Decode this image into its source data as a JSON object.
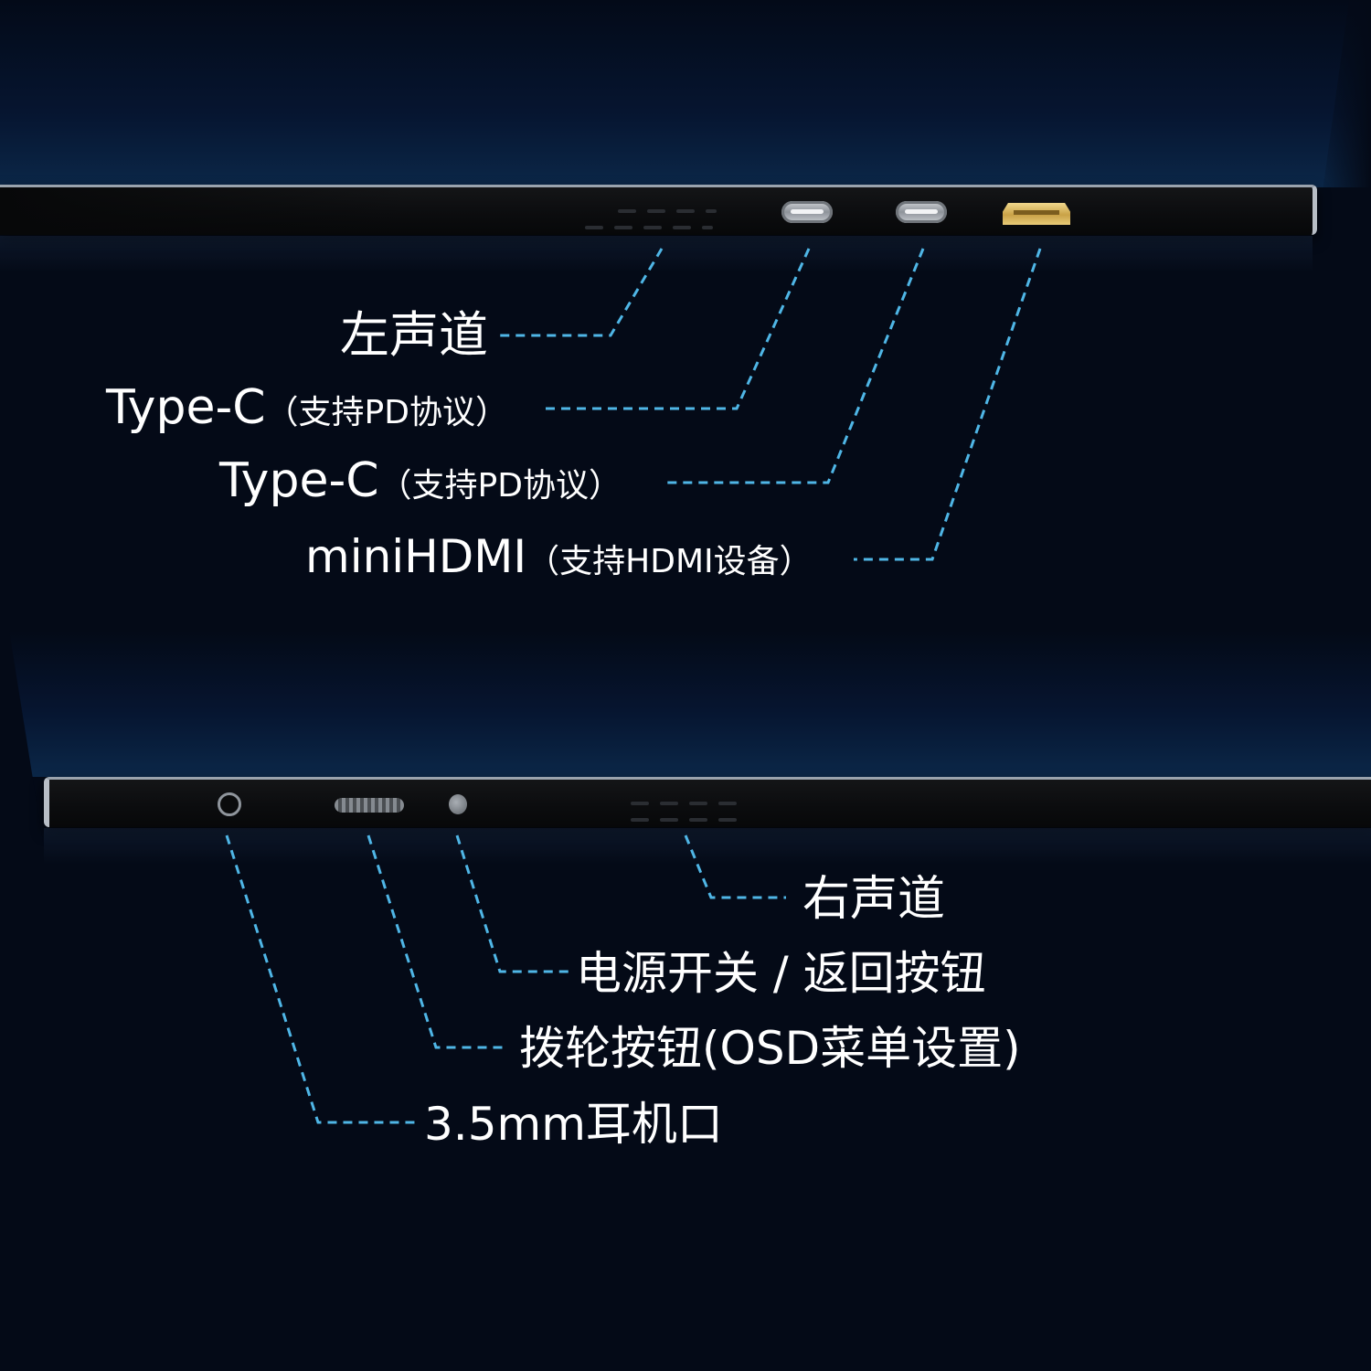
{
  "colors": {
    "background": "#040a17",
    "glow": "#0b2748",
    "callout_line": "#4fb6e6",
    "label_text": "#ffffff",
    "hdmi_gold": "#d9b55e",
    "usbc_silver": "#b7bbc0"
  },
  "top_panel": {
    "description": "Monitor side edge view (top)",
    "ports": [
      {
        "id": "left-speaker",
        "icon": "speaker-grille-icon"
      },
      {
        "id": "type-c-1",
        "icon": "usb-c-port-icon"
      },
      {
        "id": "type-c-2",
        "icon": "usb-c-port-icon"
      },
      {
        "id": "mini-hdmi",
        "icon": "mini-hdmi-port-icon"
      }
    ],
    "labels": {
      "left_channel": "左声道",
      "type_c_1_main": "Type-C",
      "type_c_1_note": "（支持PD协议）",
      "type_c_2_main": "Type-C",
      "type_c_2_note": "（支持PD协议）",
      "mini_hdmi_main": "miniHDMI",
      "mini_hdmi_note": "（支持HDMI设备）"
    }
  },
  "bottom_panel": {
    "description": "Monitor side edge view (bottom)",
    "ports": [
      {
        "id": "headphone-jack",
        "icon": "headphone-jack-icon"
      },
      {
        "id": "scroll-wheel",
        "icon": "scroll-wheel-icon"
      },
      {
        "id": "power-button",
        "icon": "power-button-icon"
      },
      {
        "id": "right-speaker",
        "icon": "speaker-grille-icon"
      }
    ],
    "labels": {
      "right_channel": "右声道",
      "power": "电源开关 / 返回按钮",
      "wheel": "拨轮按钮(OSD菜单设置)",
      "headphone": "3.5mm耳机口"
    }
  }
}
